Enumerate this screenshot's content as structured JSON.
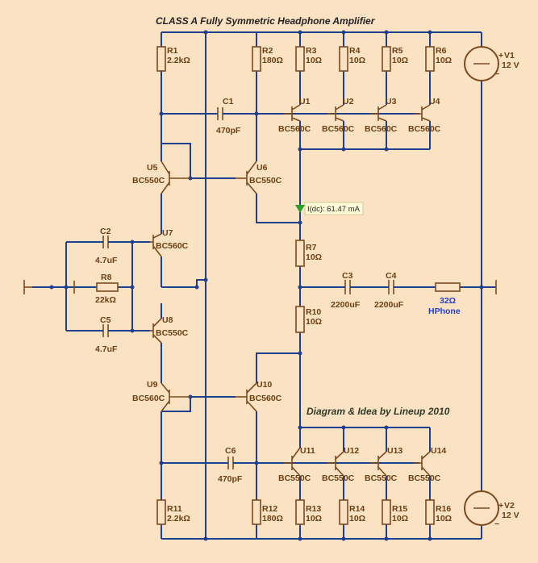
{
  "title": "CLASS A Fully Symmetric Headphone Amplifier",
  "credit": "Diagram & Idea by Lineup 2010",
  "probe": "I(dc): 61.47 mA",
  "resistors": [
    {
      "ref": "R1",
      "value": "2.2kΩ"
    },
    {
      "ref": "R2",
      "value": "180Ω"
    },
    {
      "ref": "R3",
      "value": "10Ω"
    },
    {
      "ref": "R4",
      "value": "10Ω"
    },
    {
      "ref": "R5",
      "value": "10Ω"
    },
    {
      "ref": "R6",
      "value": "10Ω"
    },
    {
      "ref": "R7",
      "value": "10Ω"
    },
    {
      "ref": "R8",
      "value": "22kΩ"
    },
    {
      "ref": "R10",
      "value": "10Ω"
    },
    {
      "ref": "R11",
      "value": "2.2kΩ"
    },
    {
      "ref": "R12",
      "value": "180Ω"
    },
    {
      "ref": "R13",
      "value": "10Ω"
    },
    {
      "ref": "R14",
      "value": "10Ω"
    },
    {
      "ref": "R15",
      "value": "10Ω"
    },
    {
      "ref": "R16",
      "value": "10Ω"
    }
  ],
  "capacitors": [
    {
      "ref": "C1",
      "value": "470pF"
    },
    {
      "ref": "C2",
      "value": "4.7uF"
    },
    {
      "ref": "C3",
      "value": "2200uF"
    },
    {
      "ref": "C4",
      "value": "2200uF"
    },
    {
      "ref": "C5",
      "value": "4.7uF"
    },
    {
      "ref": "C6",
      "value": "470pF"
    }
  ],
  "transistors": [
    {
      "ref": "U1",
      "part": "BC560C"
    },
    {
      "ref": "U2",
      "part": "BC560C"
    },
    {
      "ref": "U3",
      "part": "BC560C"
    },
    {
      "ref": "U4",
      "part": "BC560C"
    },
    {
      "ref": "U5",
      "part": "BC550C"
    },
    {
      "ref": "U6",
      "part": "BC550C"
    },
    {
      "ref": "U7",
      "part": "BC560C"
    },
    {
      "ref": "U8",
      "part": "BC550C"
    },
    {
      "ref": "U9",
      "part": "BC560C"
    },
    {
      "ref": "U10",
      "part": "BC560C"
    },
    {
      "ref": "U11",
      "part": "BC550C"
    },
    {
      "ref": "U12",
      "part": "BC550C"
    },
    {
      "ref": "U13",
      "part": "BC550C"
    },
    {
      "ref": "U14",
      "part": "BC550C"
    }
  ],
  "sources": [
    {
      "ref": "V1",
      "value": "12 V",
      "plus": "+",
      "minus": "−"
    },
    {
      "ref": "V2",
      "value": "12 V",
      "plus": "+",
      "minus": "−"
    }
  ],
  "load": {
    "value": "32Ω",
    "name": "HPhone"
  }
}
